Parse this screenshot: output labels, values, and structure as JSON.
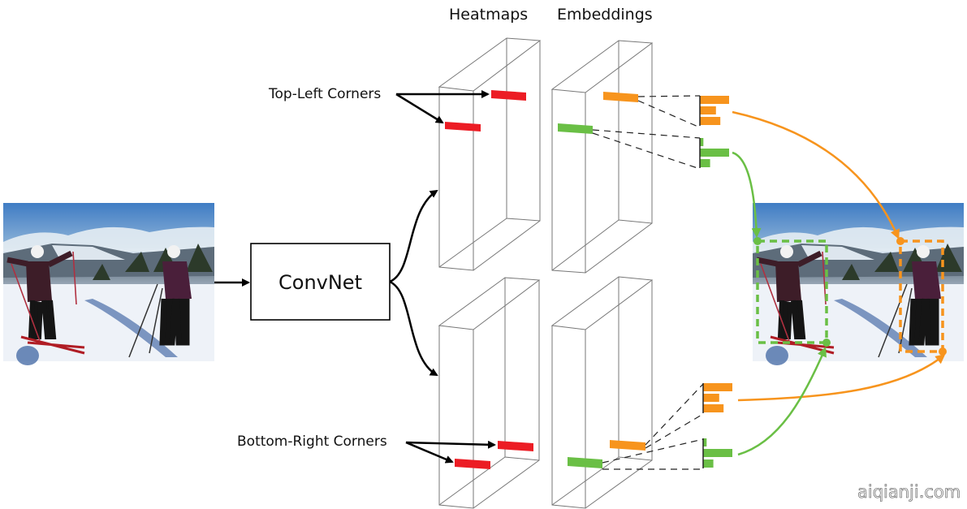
{
  "headers": {
    "heatmaps": "Heatmaps",
    "embeddings": "Embeddings"
  },
  "labels": {
    "top_left": "Top-Left Corners",
    "bottom_right": "Bottom-Right Corners",
    "convnet": "ConvNet"
  },
  "images": {
    "input": "Input image: two skiers on snowy mountain",
    "output": "Output image: detected bounding boxes"
  },
  "colors": {
    "heatmap_mark": "#ec1c24",
    "orange": "#f7941d",
    "green": "#6abf45",
    "box_line": "#777777",
    "arrow": "#000000"
  },
  "embedding_vectors": {
    "top_orange": [
      1.0,
      0.55,
      0.7
    ],
    "top_green": [
      0.12,
      1.0,
      0.35
    ],
    "bottom_orange": [
      1.0,
      0.55,
      0.7
    ],
    "bottom_green": [
      0.12,
      1.0,
      0.35
    ]
  },
  "watermark": "aiqianji.com"
}
